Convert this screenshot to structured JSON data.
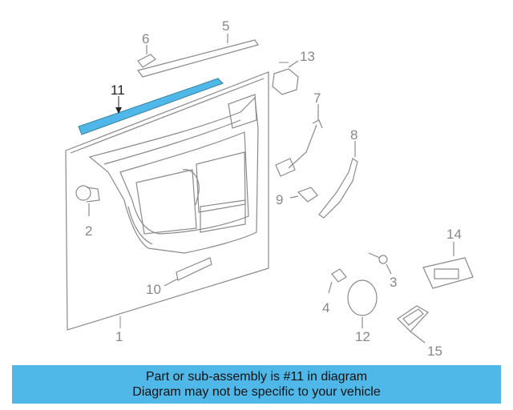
{
  "diagram": {
    "callouts": {
      "c1": "1",
      "c2": "2",
      "c3": "3",
      "c4": "4",
      "c5": "5",
      "c6": "6",
      "c7": "7",
      "c8": "8",
      "c9": "9",
      "c10": "10",
      "c11": "11",
      "c12": "12",
      "c13": "13",
      "c14": "14",
      "c15": "15"
    },
    "highlight_part": "11",
    "colors": {
      "line": "#8a8a8a",
      "highlight": "#4fb8e8",
      "banner": "#4fb8e8",
      "label": "#888888"
    }
  },
  "banner": {
    "line1": "Part or sub-assembly is #11 in diagram",
    "line2": "Diagram may not be specific to your vehicle"
  }
}
